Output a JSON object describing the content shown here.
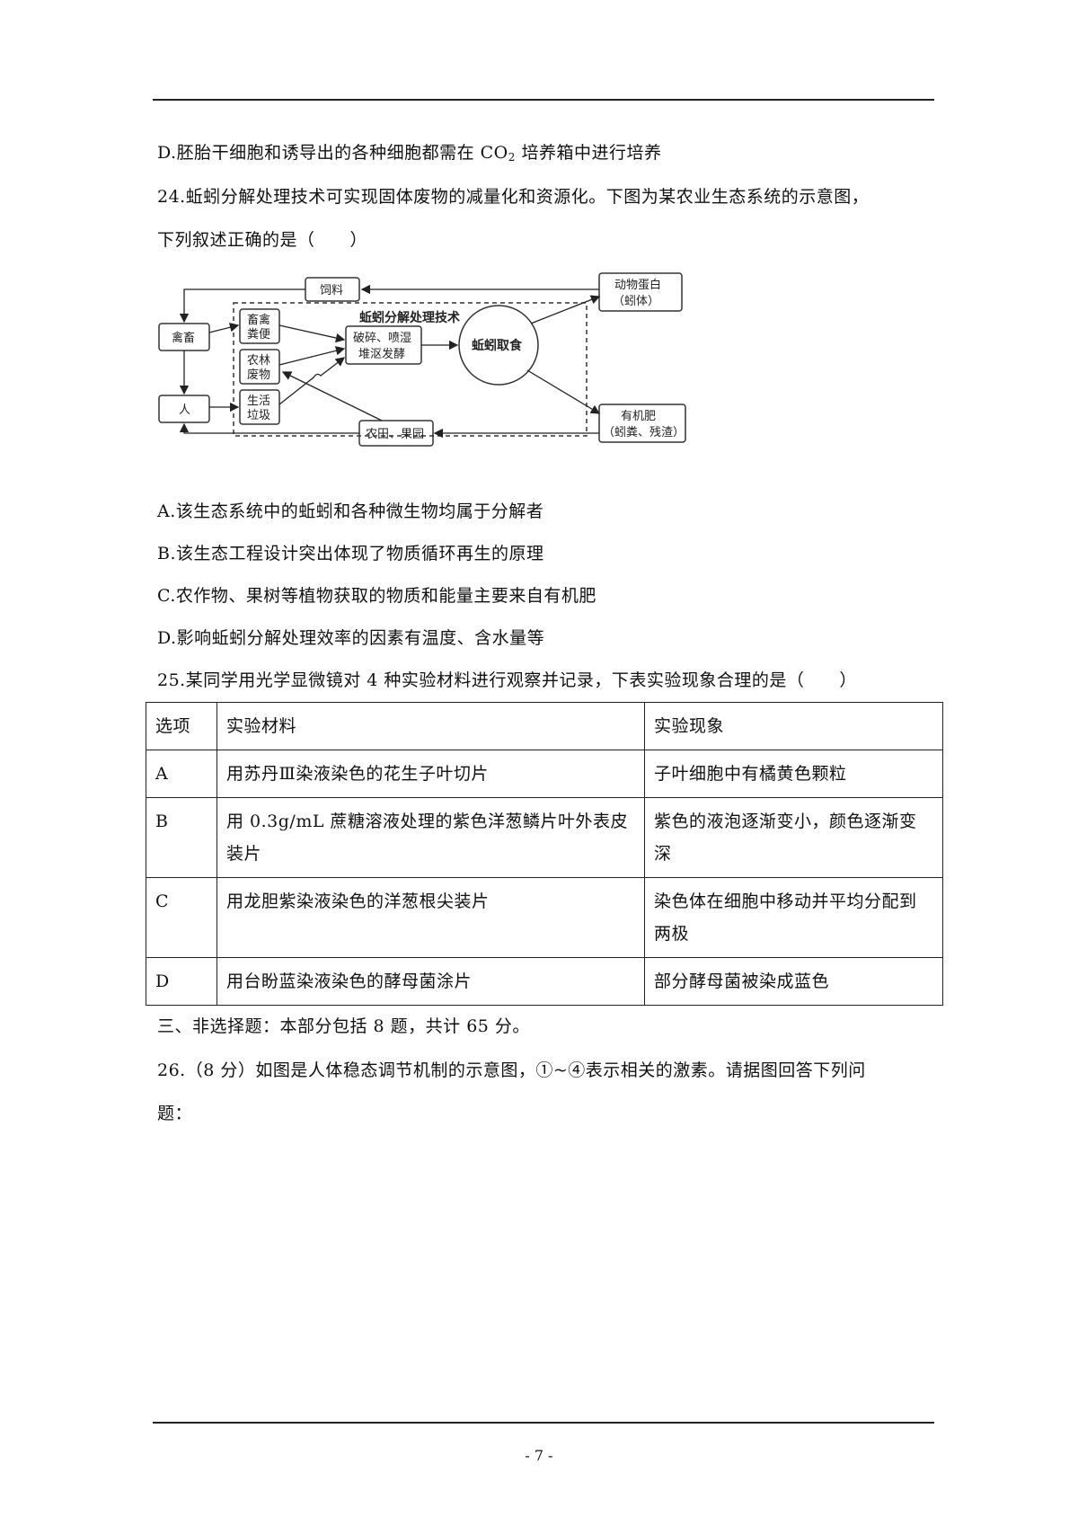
{
  "q23_d": {
    "pre": "D.胚胎干细胞和诱导出的各种细胞都需在 CO",
    "sub": "2",
    "post": " 培养箱中进行培养"
  },
  "q24": {
    "stem_line1": "24.蚯蚓分解处理技术可实现固体废物的减量化和资源化。下图为某农业生态系统的示意图，",
    "stem_line2": "下列叙述正确的是（　　）",
    "diagram": {
      "feed": "饲料",
      "animal_protein_1": "动物蛋白",
      "animal_protein_2": "（蚓体）",
      "tech_title": "蚯蚓分解处理技术",
      "livestock": "禽畜",
      "manure_1": "畜禽",
      "manure_2": "粪便",
      "waste_1": "农林",
      "waste_2": "废物",
      "garbage_1": "生活",
      "garbage_2": "垃圾",
      "process_1": "破碎、喷湿",
      "process_2": "堆沤发酵",
      "earthworm": "蚯蚓取食",
      "human": "人",
      "fertilizer_1": "有机肥",
      "fertilizer_2": "（蚓粪、残渣）",
      "farmland": "农田、果园"
    },
    "options": [
      "A.该生态系统中的蚯蚓和各种微生物均属于分解者",
      "B.该生态工程设计突出体现了物质循环再生的原理",
      "C.农作物、果树等植物获取的物质和能量主要来自有机肥",
      "D.影响蚯蚓分解处理效率的因素有温度、含水量等"
    ]
  },
  "q25": {
    "stem": "25.某同学用光学显微镜对 4 种实验材料进行观察并记录，下表实验现象合理的是（　　）",
    "headers": [
      "选项",
      "实验材料",
      "实验现象"
    ],
    "rows": [
      {
        "opt": "A",
        "material": "用苏丹Ⅲ染液染色的花生子叶切片",
        "phenomenon": "子叶细胞中有橘黄色颗粒"
      },
      {
        "opt": "B",
        "material": "用 0.3g/mL 蔗糖溶液处理的紫色洋葱鳞片叶外表皮装片",
        "phenomenon": "紫色的液泡逐渐变小，颜色逐渐变深"
      },
      {
        "opt": "C",
        "material": "用龙胆紫染液染色的洋葱根尖装片",
        "phenomenon": "染色体在细胞中移动并平均分配到两极"
      },
      {
        "opt": "D",
        "material": "用台盼蓝染液染色的酵母菌涂片",
        "phenomenon": "部分酵母菌被染成蓝色"
      }
    ]
  },
  "section3": "三、非选择题：本部分包括 8 题，共计 65 分。",
  "q26": {
    "line1": "26.（8 分）如图是人体稳态调节机制的示意图，①~④表示相关的激素。请据图回答下列问",
    "line2": "题："
  },
  "page_number": "- 7 -"
}
